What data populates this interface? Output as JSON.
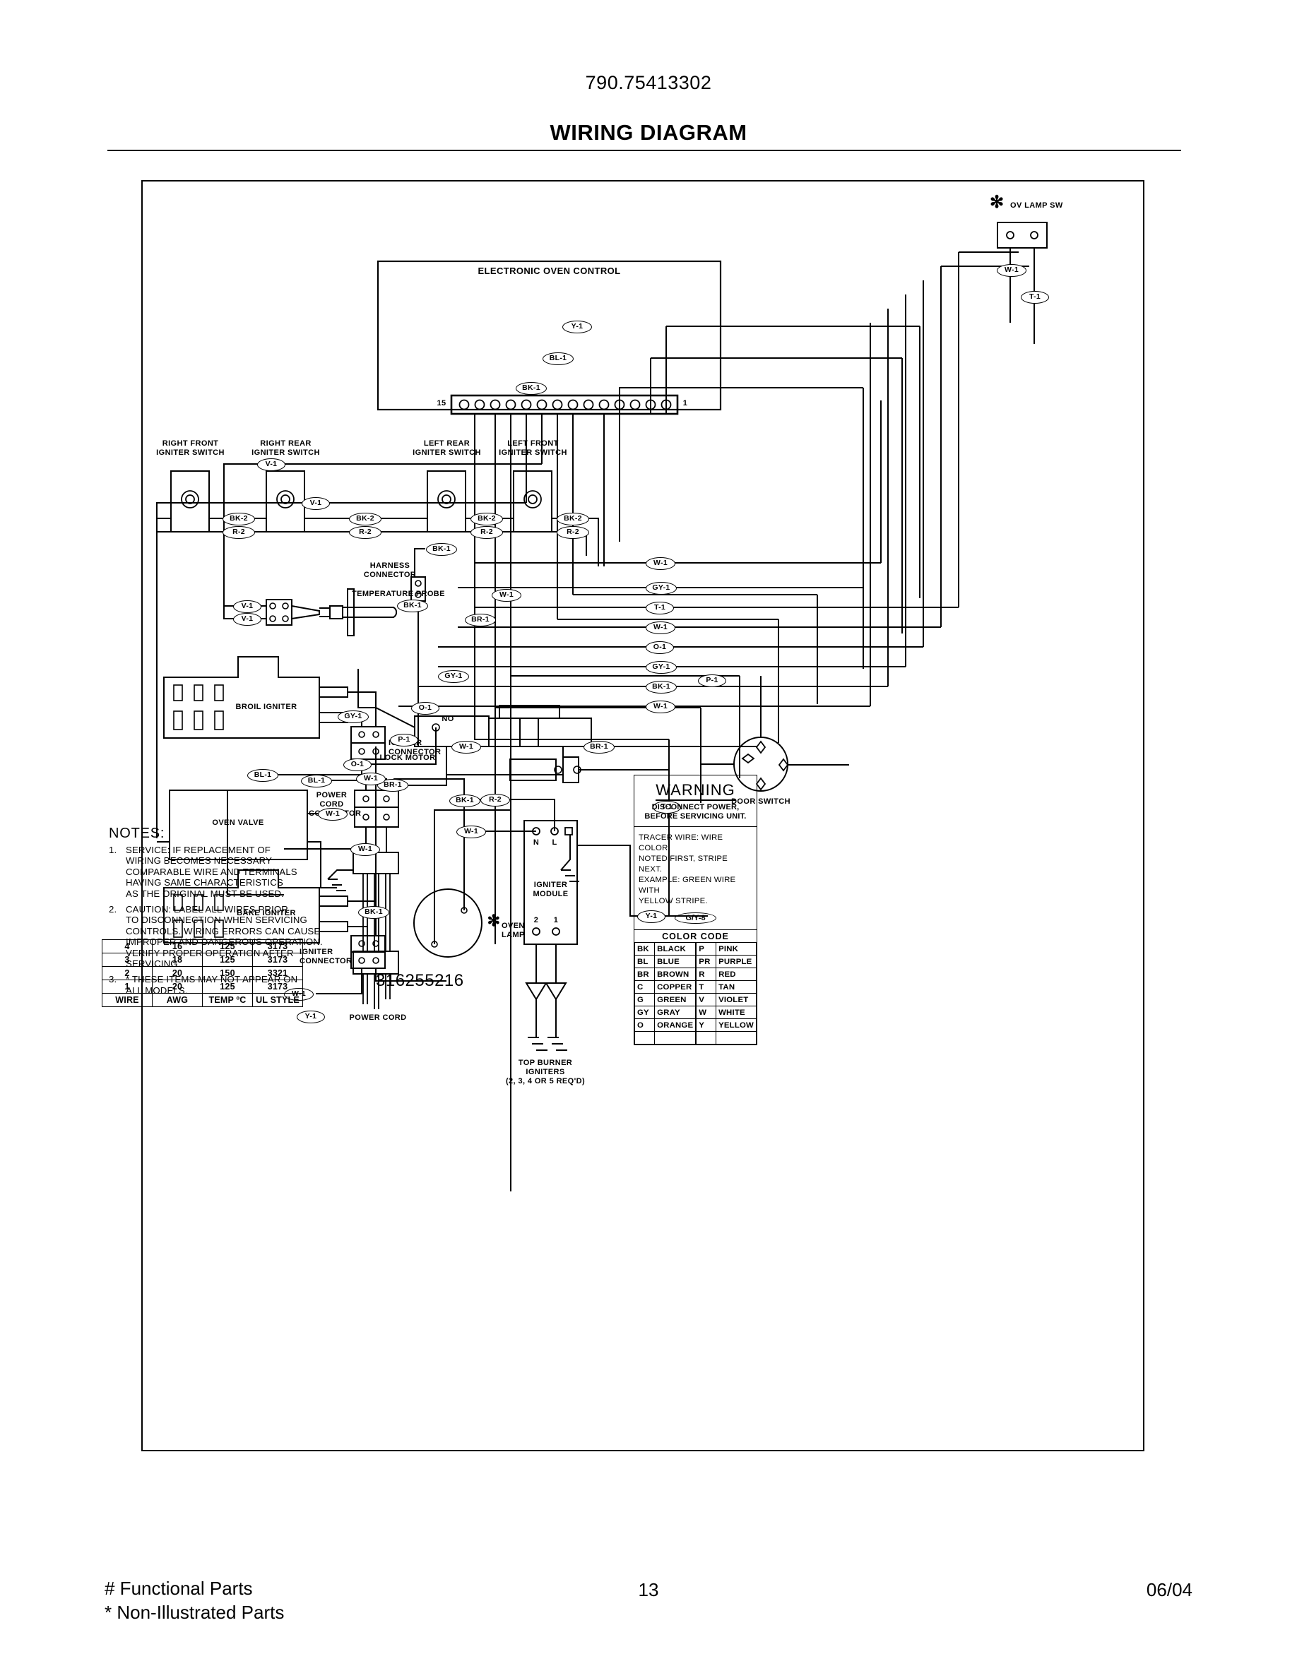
{
  "header": {
    "model_number": "790.75413302",
    "title": "WIRING DIAGRAM"
  },
  "footer": {
    "functional_parts": "# Functional Parts",
    "non_illustrated_parts": "* Non-Illustrated Parts",
    "page_number": "13",
    "date": "06/04"
  },
  "drawing_number": "316255216",
  "components": {
    "electronic_oven_control": "ELECTRONIC OVEN CONTROL",
    "connector_pin_high": "15",
    "connector_pin_low": "1",
    "ov_lamp_sw": "OV LAMP SW",
    "right_front_igniter_switch": "RIGHT FRONT\nIGNITER SWITCH",
    "right_rear_igniter_switch": "RIGHT REAR\nIGNITER SWITCH",
    "left_rear_igniter_switch": "LEFT REAR\nIGNITER SWITCH",
    "left_front_igniter_switch": "LEFT FRONT\nIGNITER SWITCH",
    "harness_connector": "HARNESS\nCONNECTOR",
    "temperature_probe": "TEMPERATURE PROBE",
    "broil_igniter": "BROIL IGNITER",
    "bake_igniter": "BAKE IGNITER",
    "igniter_connector": "IGNITER\nCONNECTOR",
    "oven_valve": "OVEN VALVE",
    "power_cord_connector": "POWER\nCORD\nCONNECTOR",
    "power_cord": "POWER CORD",
    "oven_lamp": "OVEN\nLAMP",
    "lock_motor": "LOCK MOTOR",
    "lock_motor_no": "NO",
    "door_switch": "DOOR SWITCH",
    "igniter_module": "IGNITER\nMODULE",
    "igniter_module_n": "N",
    "igniter_module_l": "L",
    "igniter_module_2": "2",
    "igniter_module_1": "1",
    "top_burner_igniters": "TOP BURNER\nIGNITERS\n(2, 3, 4 OR 5 REQ'D)"
  },
  "wire_tags": {
    "upper_left": [
      "V-1",
      "V-1"
    ],
    "upper_right": [
      "Y-1",
      "BL-1",
      "BK-1",
      "W-1",
      "BR-1",
      "GY-1",
      "O-1",
      "P-1"
    ],
    "probe": [
      "V-1",
      "V-1"
    ],
    "igniter_switch_pairs": [
      "BK-2",
      "R-2",
      "BK-2",
      "R-2",
      "BK-2",
      "R-2",
      "BK-2",
      "R-2"
    ],
    "harness": [
      "BK-1",
      "BK-1"
    ],
    "mid_stack": [
      "W-1",
      "GY-1",
      "T-1",
      "W-1",
      "O-1",
      "GY-1",
      "BK-1",
      "W-1"
    ],
    "ov_lamp_sw": [
      "W-1",
      "T-1"
    ],
    "broil": [
      "BL-1",
      "BL-1"
    ],
    "oven_valve": [
      "W-1",
      "BR-1",
      "W-1"
    ],
    "lock_motor": [
      "GY-1",
      "O-1",
      "W-1",
      "BR-1"
    ],
    "lamp": [
      "BK-1",
      "BK-1"
    ],
    "module": [
      "R-2",
      "W-1",
      "T-1",
      "Y-1"
    ],
    "door_switch": [
      "P-1"
    ],
    "bake": [
      "W-1",
      "Y-1"
    ],
    "power_cord": [
      "W-1"
    ]
  },
  "notes": {
    "heading": "NOTES:",
    "items": [
      {
        "num": "1.",
        "text": "SERVICE:  IF REPLACEMENT OF\nWIRING BECOMES NECESSARY\nCOMPARABLE WIRE AND TERMINALS\nHAVING SAME CHARACTERISTICS\nAS THE ORIGINAL MUST BE USED."
      },
      {
        "num": "2.",
        "text": "CAUTION:  LABEL ALL WIRES PRIOR\nTO DISCONNECTION WHEN SERVICING\nCONTROLS.   WIRING ERRORS CAN CAUSE\nIMPROPER AND DANGEROUS OPERATION.\nVERIFY PROPER OPERATION AFTER\nSERVICING."
      },
      {
        "num": "3.",
        "text": "*  THESE ITEMS MAY NOT APPEAR ON\n   ALL MODELS."
      }
    ]
  },
  "wire_table": {
    "rows": [
      [
        "4",
        "16",
        "125",
        "3173"
      ],
      [
        "3",
        "18",
        "125",
        "3173"
      ],
      [
        "2",
        "20",
        "150",
        "3321"
      ],
      [
        "1",
        "20",
        "125",
        "3173"
      ]
    ],
    "headers": [
      "WIRE",
      "AWG",
      "TEMP ºC",
      "UL STYLE"
    ]
  },
  "warning": {
    "title": "WARNING",
    "subtitle": "DISCONNECT POWER,\nBEFORE SERVICING UNIT.",
    "tracer_text": "TRACER WIRE:   WIRE COLOR\nNOTED FIRST, STRIPE NEXT.\nEXAMPLE:   GREEN WIRE WITH\nYELLOW STRIPE.",
    "tracer_example_tag": "G/Y-8"
  },
  "color_code": {
    "heading": "COLOR CODE",
    "rows": [
      {
        "code1": "BK",
        "name1": "BLACK",
        "code2": "P",
        "name2": "PINK"
      },
      {
        "code1": "BL",
        "name1": "BLUE",
        "code2": "PR",
        "name2": "PURPLE"
      },
      {
        "code1": "BR",
        "name1": "BROWN",
        "code2": "R",
        "name2": "RED"
      },
      {
        "code1": "C",
        "name1": "COPPER",
        "code2": "T",
        "name2": "TAN"
      },
      {
        "code1": "G",
        "name1": "GREEN",
        "code2": "V",
        "name2": "VIOLET"
      },
      {
        "code1": "GY",
        "name1": "GRAY",
        "code2": "W",
        "name2": "WHITE"
      },
      {
        "code1": "O",
        "name1": "ORANGE",
        "code2": "Y",
        "name2": "YELLOW"
      },
      {
        "code1": "",
        "name1": "",
        "code2": "",
        "name2": ""
      }
    ]
  },
  "colors": {
    "ink": "#000000",
    "paper": "#ffffff"
  }
}
